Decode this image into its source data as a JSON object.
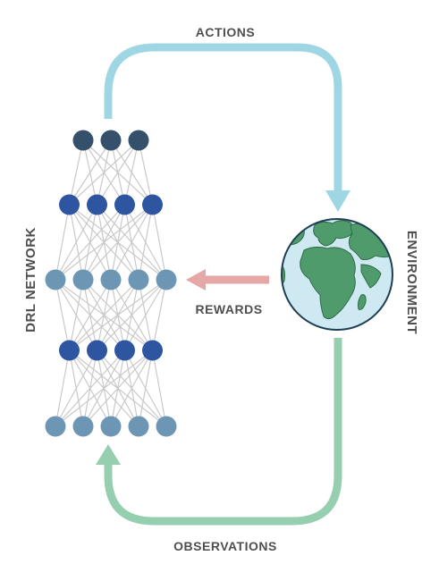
{
  "labels": {
    "actions": "ACTIONS",
    "rewards": "REWARDS",
    "observations": "OBSERVATIONS",
    "network": "DRL NETWORK",
    "environment": "ENVIRONMENT"
  },
  "colors": {
    "actions_arrow": "#9fd6e3",
    "rewards_arrow": "#e6a7a7",
    "observations_arrow": "#96ceb0",
    "node_dark": "#34506b",
    "node_blue": "#2e55a0",
    "node_light": "#6c96b3",
    "edge": "#c9c9c9",
    "ocean": "#cfe9f2",
    "land": "#4f9b6c",
    "text": "#4f4f4f"
  },
  "network": {
    "layers": [
      {
        "nodes": 3,
        "color": "node_dark"
      },
      {
        "nodes": 4,
        "color": "node_blue"
      },
      {
        "nodes": 5,
        "color": "node_light"
      },
      {
        "nodes": 4,
        "color": "node_blue"
      },
      {
        "nodes": 5,
        "color": "node_light"
      }
    ]
  }
}
